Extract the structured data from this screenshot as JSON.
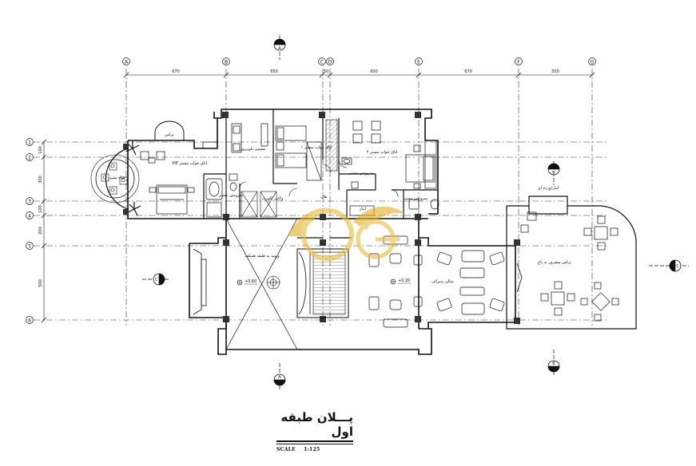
{
  "grid": {
    "columns": [
      "A",
      "B",
      "C",
      "D",
      "E",
      "F",
      "G"
    ],
    "rows": [
      "1",
      "2",
      "3",
      "4",
      "5",
      "6"
    ],
    "column_spacings": [
      "670",
      "650",
      "50",
      "600",
      "670",
      "500"
    ],
    "row_spacings": [
      "100",
      "300",
      "100",
      "200",
      "500"
    ]
  },
  "section_markers": {
    "A": "A",
    "B": "B",
    "C": "C"
  },
  "rooms": {
    "terrace": "تراس",
    "vip_bedroom": "اتاق خواب مستر VIP",
    "bedroom1": "اتاق خواب مستر ۱",
    "bedroom2": "اتاق خواب مستر ۲",
    "shah_neshin": "شاه نشین",
    "tv_lounge": "نشیمن تلویزیون",
    "bath_master": "سرویس مستر",
    "walk_closet": "واکین کلوزت",
    "bath_master2": "سرویس مستر",
    "hall": "هال",
    "storage": "انبار",
    "small_bath": "سرویس مستر",
    "void": "ویوید به طبقه همکف",
    "reception": "سالن پذیرائی",
    "garden_terrace": "تراس مشرف به باغ",
    "reading_store": "انبار/ورده ای"
  },
  "levels": {
    "void_level": "+0.60",
    "reception_level": "+0.20"
  },
  "title": {
    "text": "پـــلان طبقه اول",
    "scale_label": "SCALE",
    "scale_value": "1:125"
  }
}
